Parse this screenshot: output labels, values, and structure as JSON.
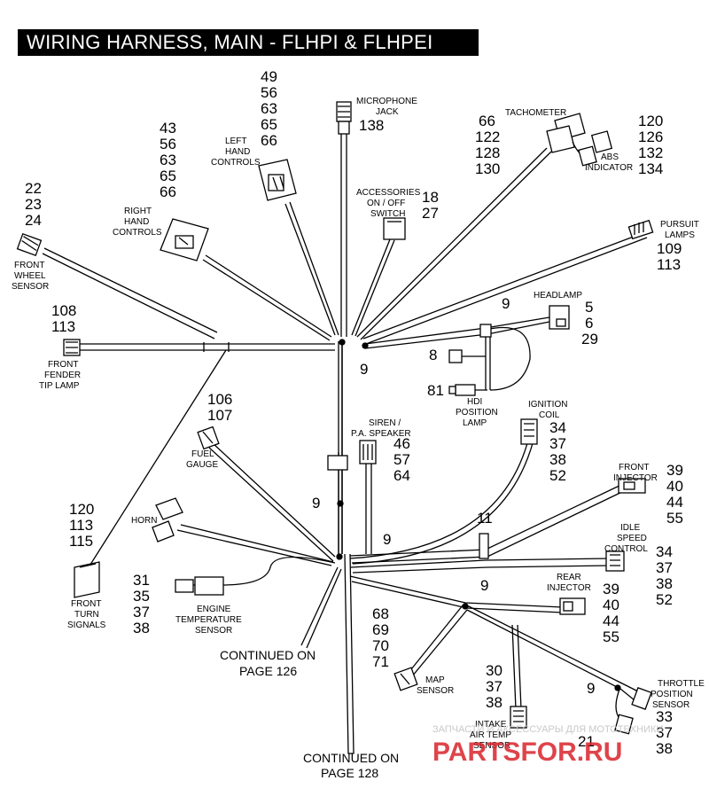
{
  "title": "WIRING HARNESS, MAIN - FLHPI & FLHPEI",
  "colors": {
    "ink": "#000000",
    "paper": "#ffffff",
    "watermark_red": "#d9242b",
    "watermark_gray": "#c9c9c9"
  },
  "components": {
    "microphone_jack": {
      "label": [
        "MICROPHONE",
        "JACK"
      ],
      "refs": [
        "138"
      ]
    },
    "left_hand_controls": {
      "label": [
        "LEFT",
        "HAND",
        "CONTROLS"
      ],
      "refs": [
        "49",
        "56",
        "63",
        "65",
        "66"
      ]
    },
    "right_hand_controls": {
      "label": [
        "RIGHT",
        "HAND",
        "CONTROLS"
      ],
      "refs": [
        "43",
        "56",
        "63",
        "65",
        "66"
      ]
    },
    "front_wheel_sensor": {
      "label": [
        "FRONT",
        "WHEEL",
        "SENSOR"
      ],
      "refs": [
        "22",
        "23",
        "24"
      ]
    },
    "front_fender_tip_lamp": {
      "label": [
        "FRONT",
        "FENDER",
        "TIP LAMP"
      ],
      "refs": [
        "108",
        "113"
      ]
    },
    "tachometer": {
      "label": [
        "TACHOMETER"
      ],
      "refs": [
        "66",
        "122",
        "128",
        "130"
      ]
    },
    "abs_indicator": {
      "label": [
        "ABS",
        "INDICATOR"
      ],
      "refs": [
        "120",
        "126",
        "132",
        "134"
      ]
    },
    "accessories_switch": {
      "label": [
        "ACCESSORIES",
        "ON / OFF",
        "SWITCH"
      ],
      "refs": [
        "18",
        "27"
      ]
    },
    "pursuit_lamps": {
      "label": [
        "PURSUIT",
        "LAMPS"
      ],
      "refs": [
        "109",
        "113"
      ]
    },
    "headlamp": {
      "label": [
        "HEADLAMP"
      ],
      "refs": [
        "5",
        "6",
        "29"
      ]
    },
    "hdi_position_lamp": {
      "label": [
        "HDI",
        "POSITION",
        "LAMP"
      ],
      "refs": [
        "81"
      ]
    },
    "ignition_coil": {
      "label": [
        "IGNITION",
        "COIL"
      ],
      "refs": [
        "34",
        "37",
        "38",
        "52"
      ]
    },
    "siren_speaker": {
      "label": [
        "SIREN /",
        "P.A. SPEAKER"
      ],
      "refs": [
        "46",
        "57",
        "64"
      ]
    },
    "fuel_gauge": {
      "label": [
        "FUEL",
        "GAUGE"
      ],
      "refs": [
        "106",
        "107"
      ]
    },
    "front_injector": {
      "label": [
        "FRONT",
        "INJECTOR"
      ],
      "refs": [
        "39",
        "40",
        "44",
        "55"
      ]
    },
    "idle_speed_control": {
      "label": [
        "IDLE",
        "SPEED",
        "CONTROL"
      ],
      "refs": [
        "34",
        "37",
        "38",
        "52"
      ]
    },
    "horn": {
      "label": [
        "HORN"
      ],
      "refs": []
    },
    "engine_temperature_sensor": {
      "label": [
        "ENGINE",
        "TEMPERATURE",
        "SENSOR"
      ],
      "refs": [
        "31",
        "35",
        "37",
        "38"
      ]
    },
    "front_turn_signals": {
      "label": [
        "FRONT",
        "TURN",
        "SIGNALS"
      ],
      "refs": [
        "120",
        "113",
        "115"
      ]
    },
    "rear_injector": {
      "label": [
        "REAR",
        "INJECTOR"
      ],
      "refs": [
        "39",
        "40",
        "44",
        "55"
      ]
    },
    "map_sensor": {
      "label": [
        "MAP",
        "SENSOR"
      ],
      "refs": [
        "68",
        "69",
        "70",
        "71"
      ]
    },
    "intake_air_temp_sensor": {
      "label": [
        "INTAKE",
        "AIR TEMP",
        "SENSOR"
      ],
      "refs": [
        "30",
        "37",
        "38"
      ]
    },
    "throttle_position_sensor": {
      "label": [
        "THROTTLE",
        "POSITION",
        "SENSOR"
      ],
      "refs": [
        "33",
        "37",
        "38"
      ]
    }
  },
  "clip_refs": {
    "clip": "9",
    "strap": "11",
    "bracket_8": "8",
    "ref_21": "21"
  },
  "continued": {
    "page_126": [
      "CONTINUED ON",
      "PAGE 126"
    ],
    "page_128": [
      "CONTINUED ON",
      "PAGE 128"
    ]
  },
  "watermark": {
    "caption": "ЗАПЧАСТИ И АКСЕССУАРЫ ДЛЯ МОТОТЕХНИКИ",
    "brand": "PARTSFOR.RU"
  }
}
